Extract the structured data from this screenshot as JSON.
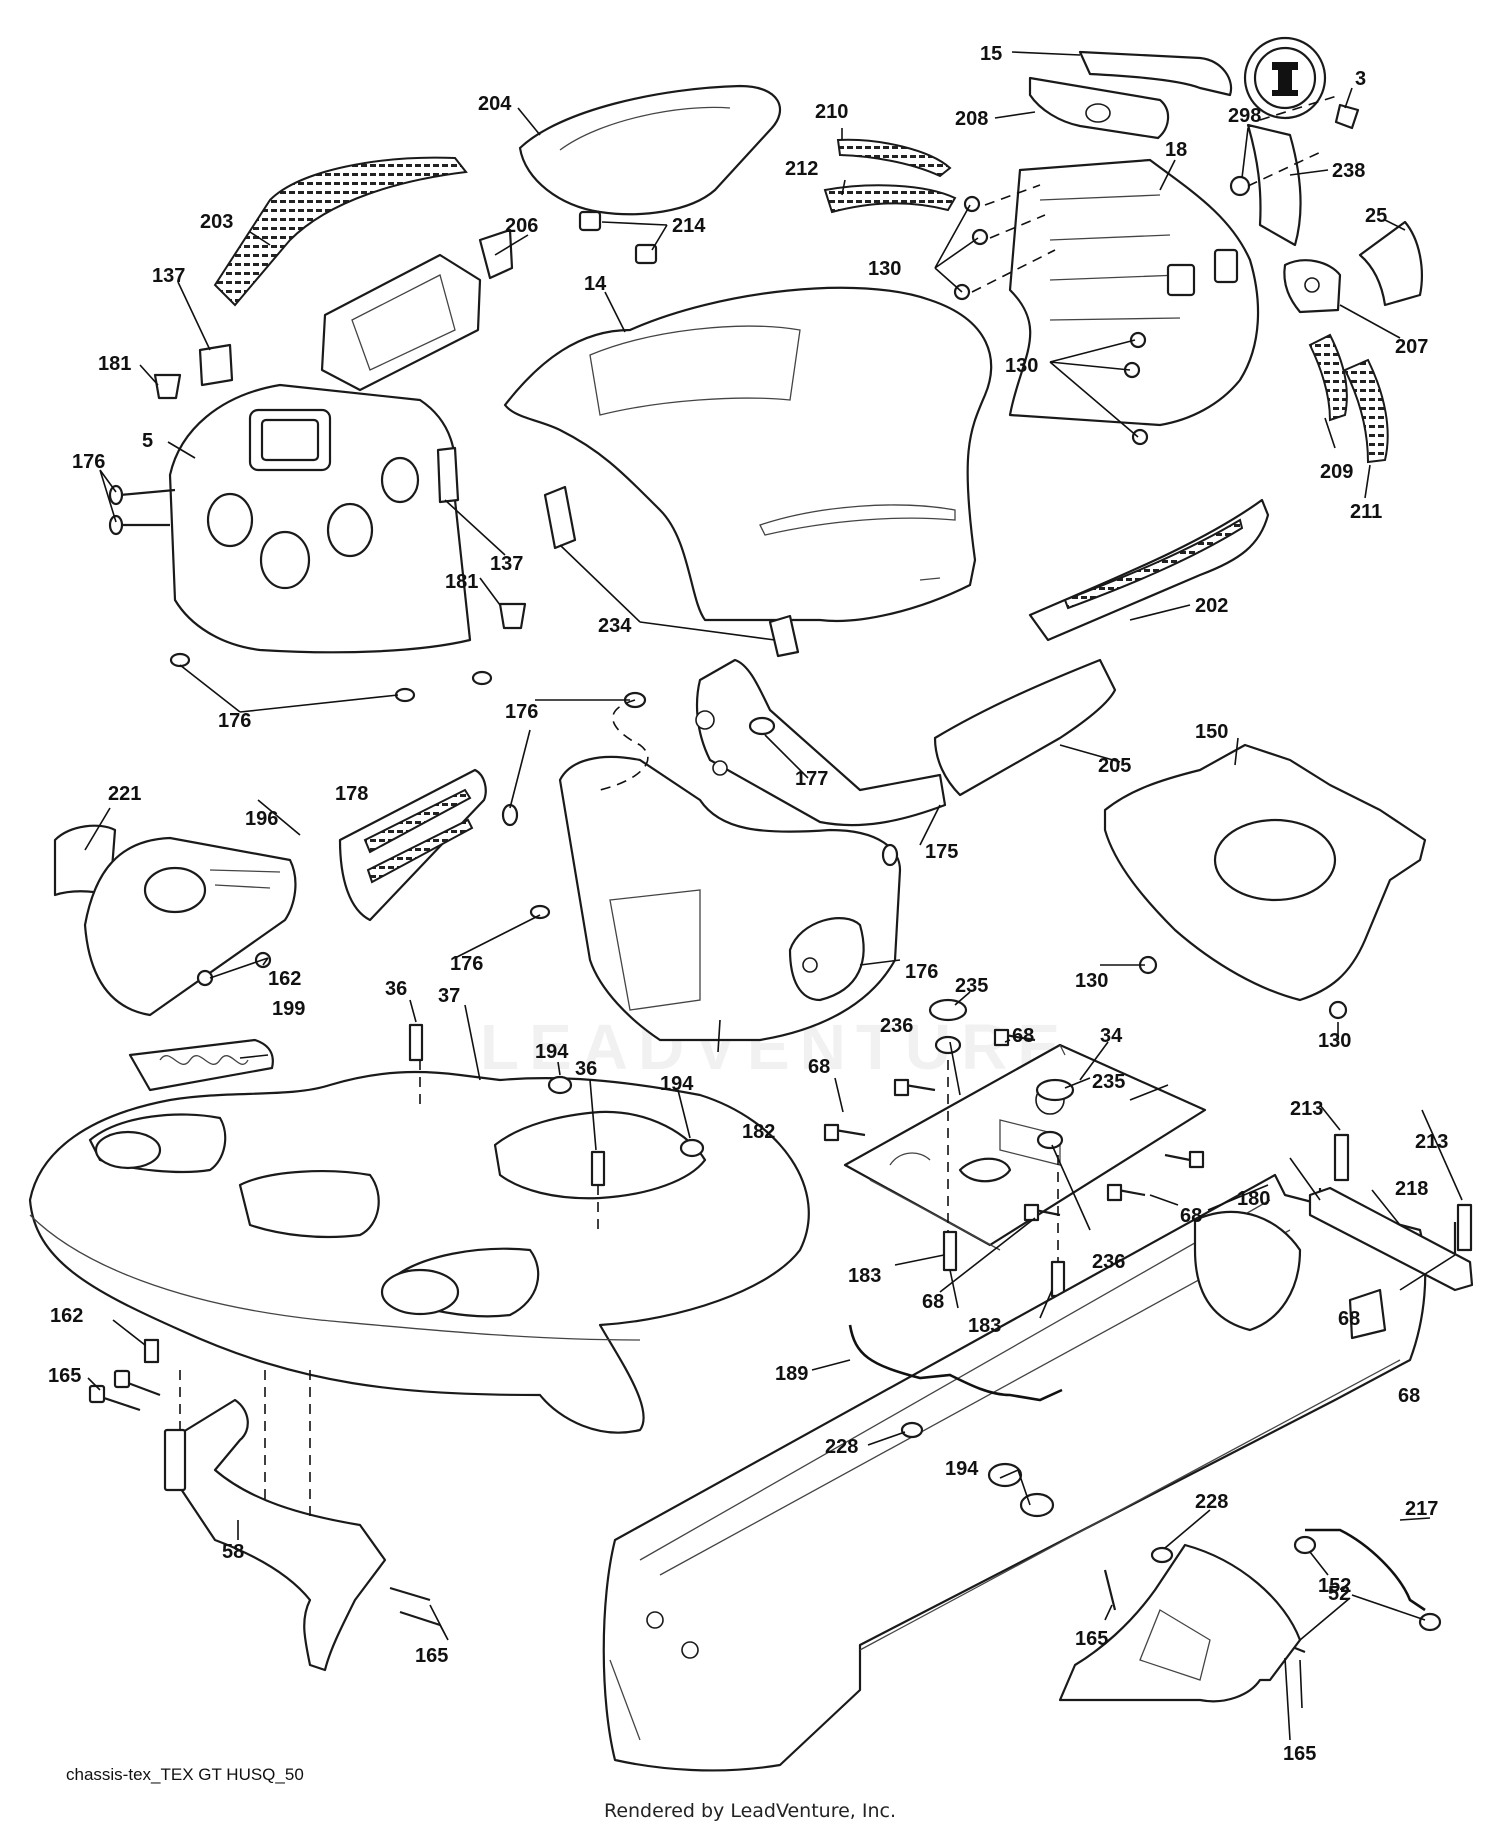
{
  "diagram": {
    "caption": "chassis-tex_TEX GT HUSQ_50",
    "credit": "Rendered by LeadVenture, Inc.",
    "watermark": "LEADVENTURE",
    "callouts": [
      "15",
      "3",
      "204",
      "210",
      "208",
      "298",
      "238",
      "18",
      "212",
      "214",
      "203",
      "206",
      "130",
      "25",
      "207",
      "14",
      "137",
      "181",
      "209",
      "211",
      "5",
      "176",
      "202",
      "234",
      "177",
      "205",
      "150",
      "178",
      "221",
      "196",
      "175",
      "162",
      "36",
      "37",
      "194",
      "235",
      "68",
      "34",
      "236",
      "199",
      "182",
      "213",
      "218",
      "180",
      "183",
      "165",
      "189",
      "58",
      "228",
      "217",
      "52",
      "152"
    ]
  }
}
